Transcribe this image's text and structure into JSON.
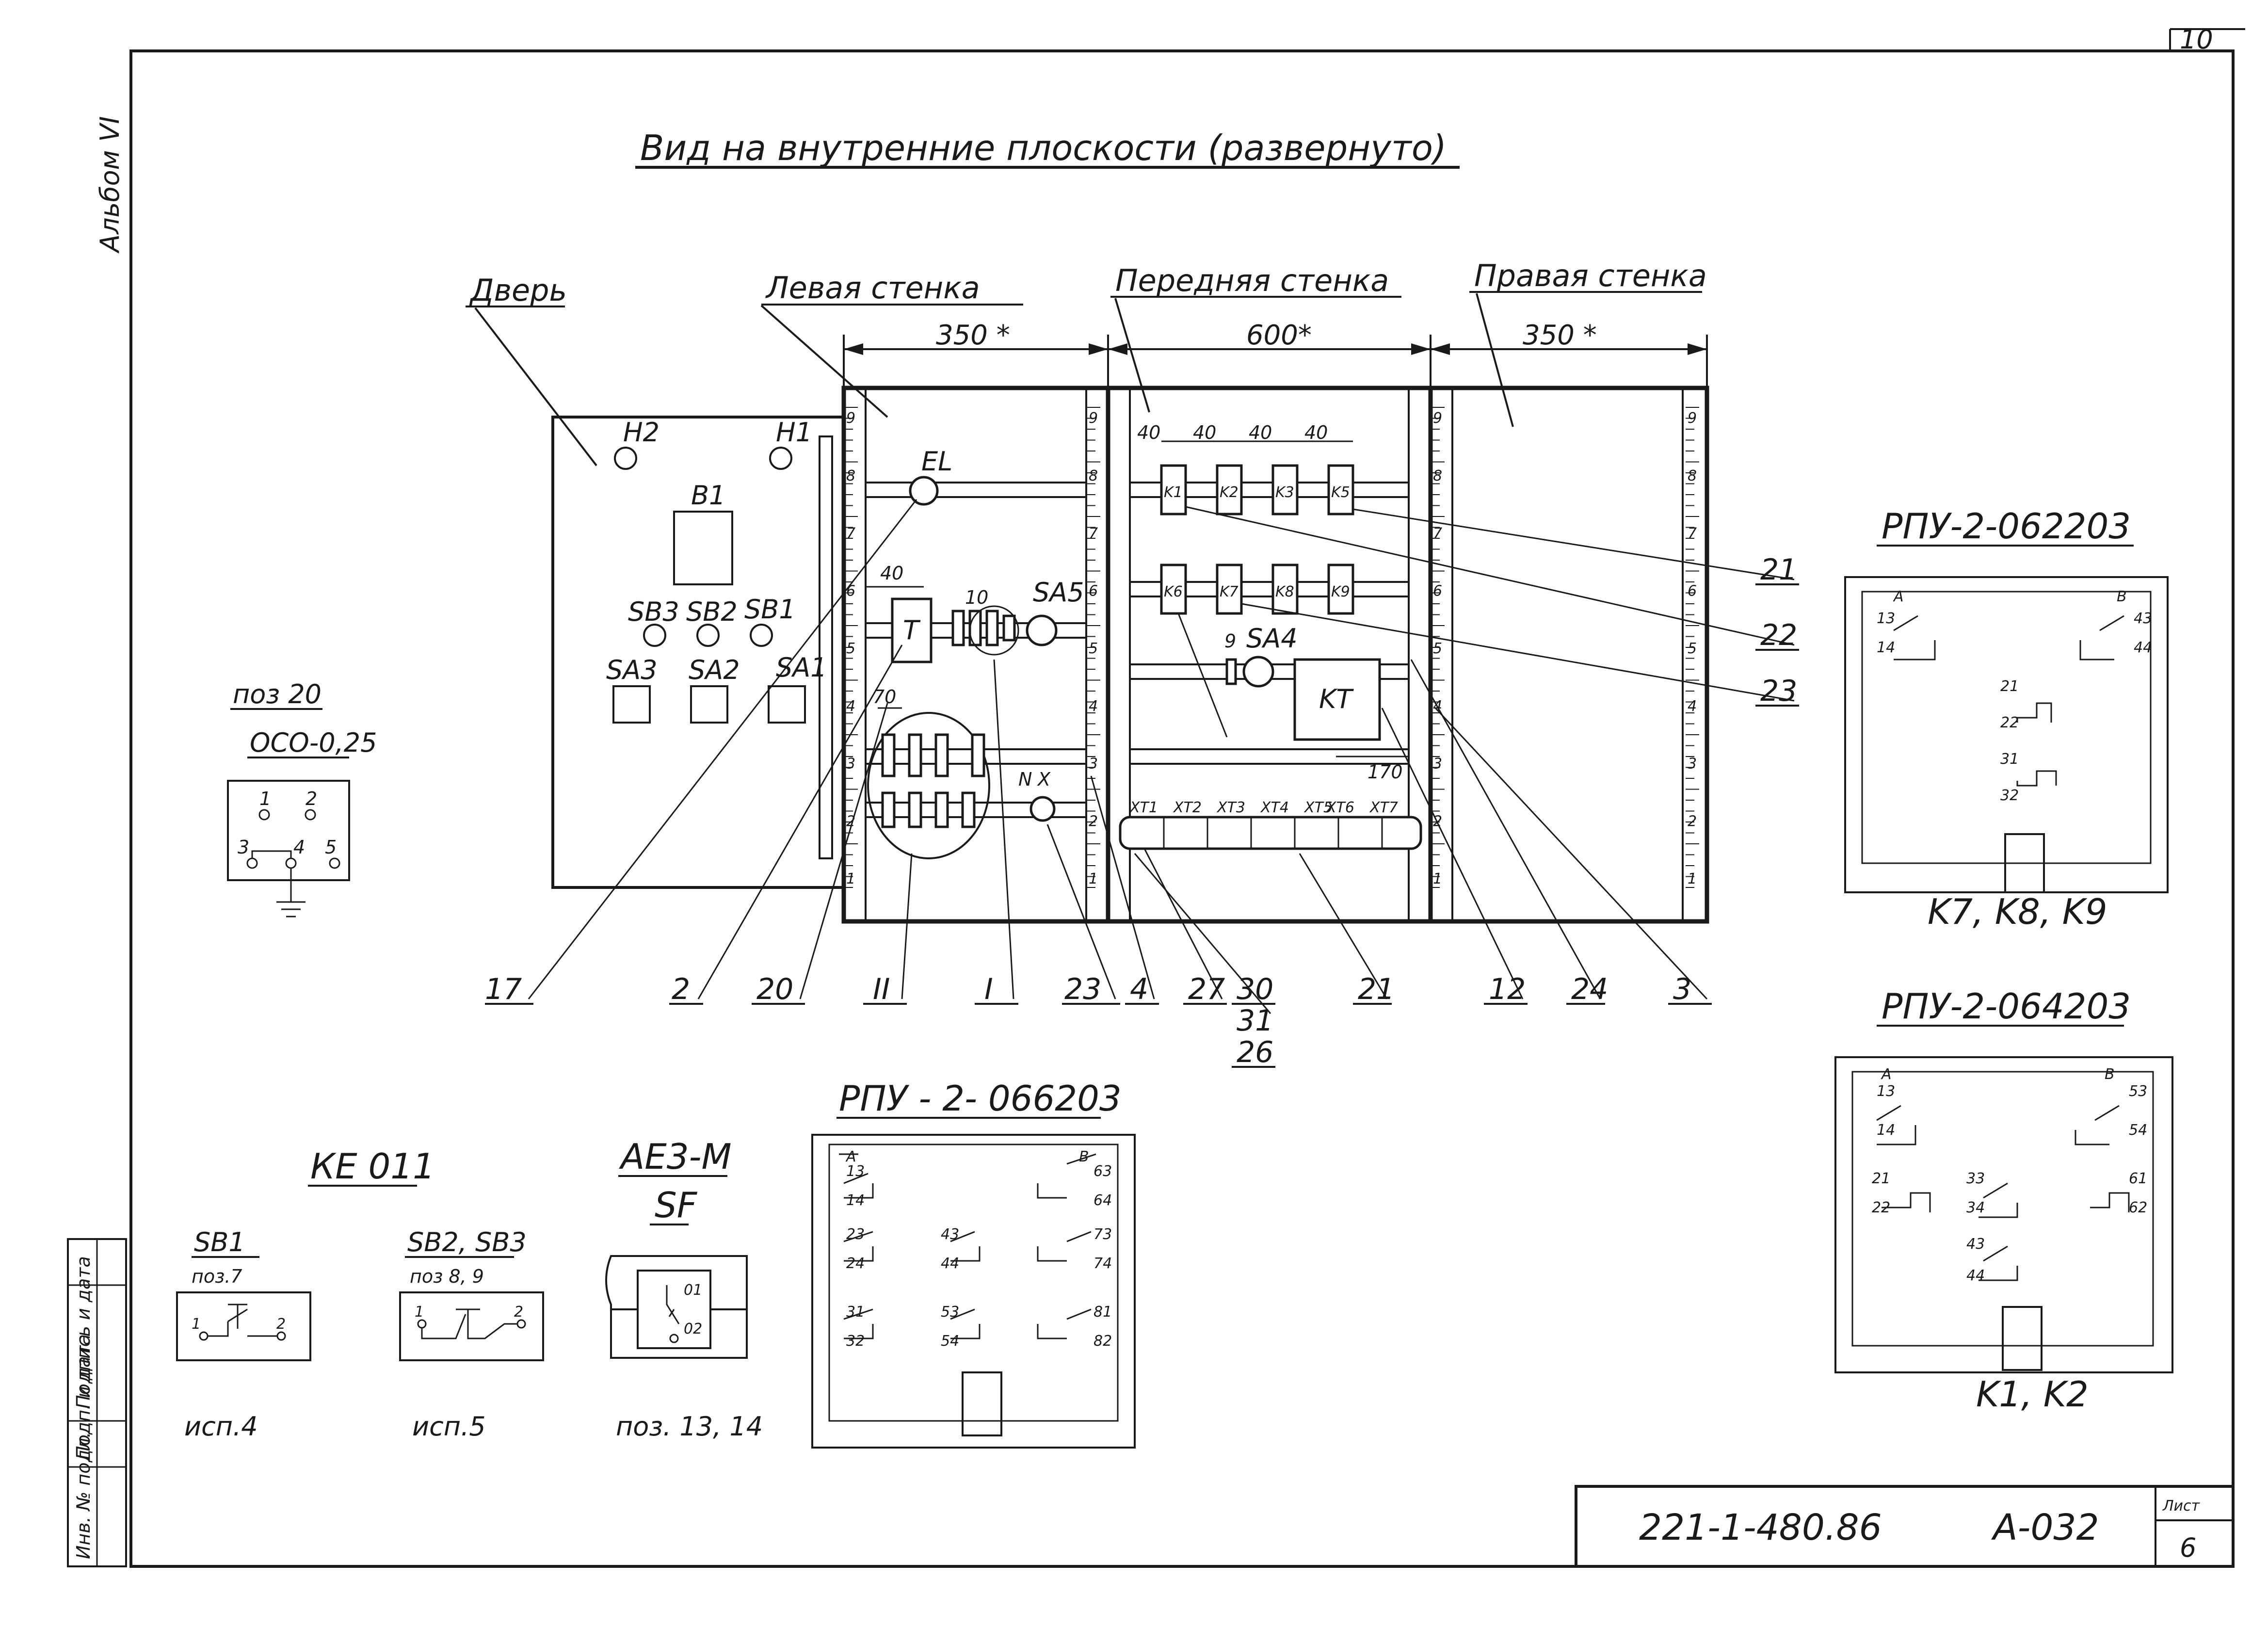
{
  "sheet_number": "10",
  "album_label": "Альбом VI",
  "title": "Вид на внутренние плоскости (развернуто)",
  "walls": {
    "door": "Дверь",
    "left": "Левая стенка",
    "front": "Передняя стенка",
    "right": "Правая стенка"
  },
  "dims": {
    "left": "350 *",
    "front": "600*",
    "right": "350 *",
    "pitch": "40",
    "d70": "70",
    "d170": "170"
  },
  "door_items": {
    "h2": "H2",
    "h1": "H1",
    "b1": "B1",
    "sb3": "SB3",
    "sb2": "SB2",
    "sb1": "SB1",
    "sa3": "SA3",
    "sa2": "SA2",
    "sa1": "SA1"
  },
  "panel_items": {
    "el": "EL",
    "t": "T",
    "sa5": "SA5",
    "n10": "10",
    "n": "N",
    "x": "X",
    "k1": "K1",
    "k2": "K2",
    "k3": "K3",
    "k5": "K5",
    "k6": "K6",
    "k7": "K7",
    "k8": "K8",
    "k9": "K9",
    "n9": "9",
    "sa4": "SA4",
    "kt": "KT",
    "terminals": [
      "XT1",
      "XT2",
      "XT3",
      "XT4",
      "XT5",
      "XT6",
      "XT7"
    ]
  },
  "scale_ticks": [
    "1",
    "2",
    "3",
    "4",
    "5",
    "6",
    "7",
    "8",
    "9"
  ],
  "leaders_bottom": [
    "17",
    "2",
    "20",
    "II",
    "I",
    "23",
    "4",
    "27",
    "30",
    "31",
    "26",
    "21",
    "12",
    "24",
    "3"
  ],
  "leaders_right": [
    "21",
    "22",
    "23"
  ],
  "pos20": {
    "label": "поз 20",
    "model": "ОСО-0,25",
    "terminals": [
      "1",
      "2",
      "3",
      "4",
      "5"
    ]
  },
  "ke011": {
    "title": "КЕ 011",
    "sb1": {
      "name": "SB1",
      "pos": "поз.7",
      "exec": "исп.4",
      "t1": "1",
      "t2": "2"
    },
    "sb23": {
      "name": "SB2, SB3",
      "pos": "поз 8, 9",
      "exec": "исп.5",
      "t1": "1",
      "t2": "2"
    }
  },
  "ae": {
    "title": "АЕ3-М",
    "name": "SF",
    "pos": "поз. 13, 14",
    "t1": "01",
    "t2": "02"
  },
  "relay_062203": {
    "title": "РПУ-2-062203",
    "caption": "K7, K8, K9"
  },
  "relay_064203": {
    "title": "РПУ-2-064203",
    "caption": "K1, K2"
  },
  "relay_066203": {
    "title": "РПУ - 2- 066203"
  },
  "stamp": {
    "doc": "221-1-480.86",
    "code": "А-032",
    "sheet_label": "Лист",
    "sheet": "6"
  },
  "side_table": [
    "Подп. и дата",
    "Подпись и дата",
    "Инв. № подл."
  ]
}
